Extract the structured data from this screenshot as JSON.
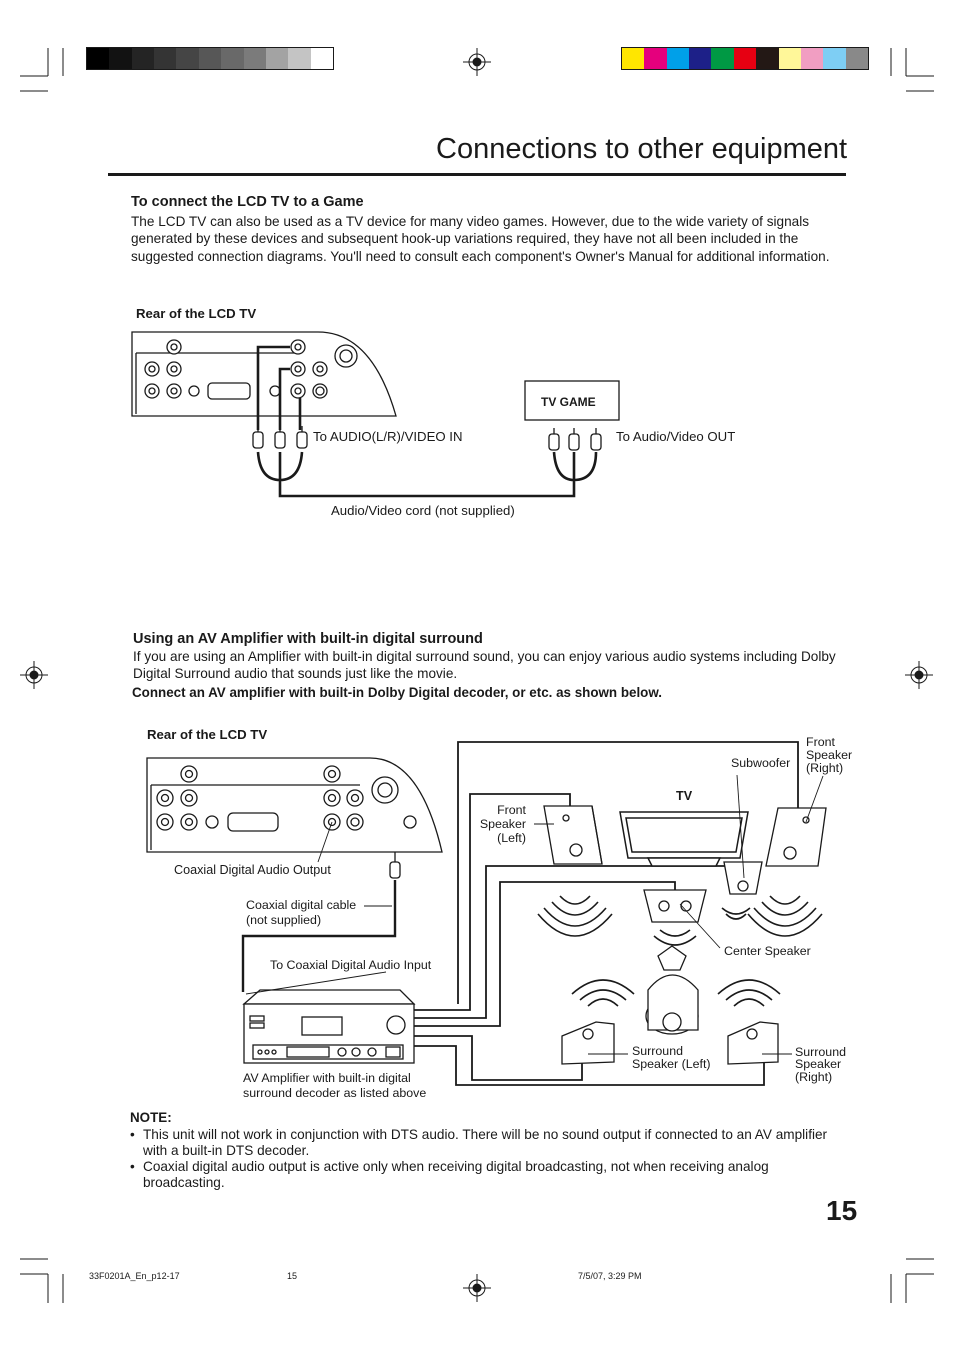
{
  "page": {
    "title": "Connections to other equipment",
    "page_number": "15",
    "footer": {
      "file": "33F0201A_En_p12-17",
      "page": "15",
      "timestamp": "7/5/07, 3:29 PM"
    }
  },
  "colors": {
    "gray_bar": [
      "#000000",
      "#121212",
      "#242424",
      "#343434",
      "#454545",
      "#575757",
      "#696969",
      "#7b7b7b",
      "#a3a3a3",
      "#c4c4c4",
      "#ffffff"
    ],
    "color_bar": [
      "#ffe600",
      "#e5007d",
      "#00a0e9",
      "#1d2088",
      "#009944",
      "#e60012",
      "#231815",
      "#fff799",
      "#f19ec2",
      "#7ecef4",
      "#898989"
    ]
  },
  "section1": {
    "heading": "To connect the LCD TV to a Game",
    "body": "The LCD TV can also be used as a TV device for many video games. However, due to the wide variety of signals generated by these devices and subsequent hook-up variations required, they have not all been included in the suggested connection diagrams. You'll need to consult each component's Owner's Manual for additional information.",
    "diagram": {
      "rear_label": "Rear of the LCD TV",
      "game_label": "TV GAME",
      "input_label": "To AUDIO(L/R)/VIDEO IN",
      "output_label": "To Audio/Video OUT",
      "cord_label": "Audio/Video cord (not supplied)"
    }
  },
  "section2": {
    "heading": "Using an AV Amplifier with built-in digital surround",
    "body": "If you are using an Amplifier with built-in digital surround sound, you can enjoy various audio systems including Dolby Digital Surround audio that sounds just like the movie.",
    "bold_note": "Connect an AV amplifier with built-in Dolby Digital decoder, or etc. as shown below.",
    "diagram": {
      "rear_label": "Rear of the LCD TV",
      "coax_output": "Coaxial Digital Audio Output",
      "coax_cable_1": "Coaxial digital cable",
      "coax_cable_2": "(not supplied)",
      "coax_input": "To Coaxial Digital Audio Input",
      "amp_1": "AV Amplifier with built-in digital",
      "amp_2": "surround decoder as listed above",
      "tv": "TV",
      "subwoofer": "Subwoofer",
      "front_left_1": "Front",
      "front_left_2": "Speaker",
      "front_left_3": "(Left)",
      "front_right_1": "Front",
      "front_right_2": "Speaker",
      "front_right_3": "(Right)",
      "center": "Center Speaker",
      "surround_left_1": "Surround",
      "surround_left_2": "Speaker (Left)",
      "surround_right_1": "Surround",
      "surround_right_2": "Speaker",
      "surround_right_3": "(Right)"
    }
  },
  "note": {
    "label": "NOTE:",
    "items": [
      "This unit will not work in conjunction with DTS audio. There will be no sound output if connected to an AV amplifier with a built-in DTS decoder.",
      "Coaxial digital audio output is active only when receiving digital broadcasting, not when receiving analog broadcasting."
    ]
  }
}
